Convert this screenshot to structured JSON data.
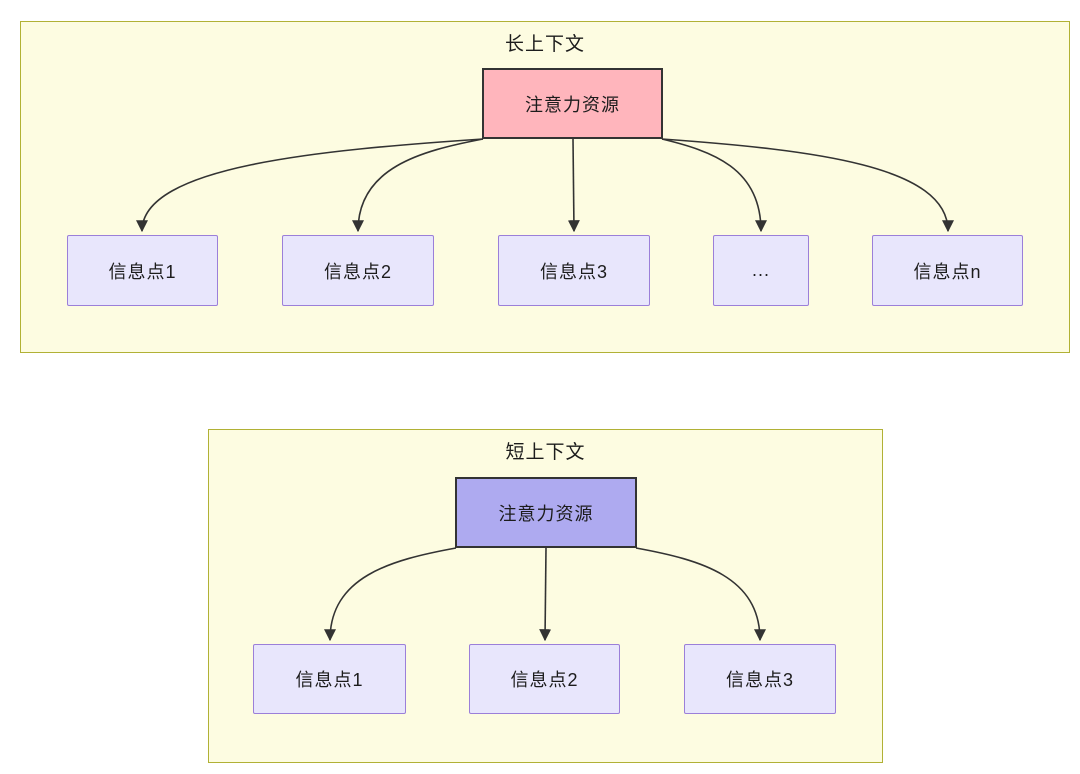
{
  "colors": {
    "page_bg": "#ffffff",
    "container_fill": "#fdfce1",
    "container_border": "#b1b135",
    "root_fill_long": "#ffb5bc",
    "root_fill_short": "#aeaaf0",
    "root_border": "#333333",
    "info_fill": "#e8e6fc",
    "info_border": "#9b7fd9",
    "arrow": "#333333",
    "text": "#1c1c1c"
  },
  "long_context": {
    "title": "长上下文",
    "root_label": "注意力资源",
    "children": [
      {
        "label": "信息点1"
      },
      {
        "label": "信息点2"
      },
      {
        "label": "信息点3"
      },
      {
        "label": "..."
      },
      {
        "label": "信息点n"
      }
    ]
  },
  "short_context": {
    "title": "短上下文",
    "root_label": "注意力资源",
    "children": [
      {
        "label": "信息点1"
      },
      {
        "label": "信息点2"
      },
      {
        "label": "信息点3"
      }
    ]
  }
}
